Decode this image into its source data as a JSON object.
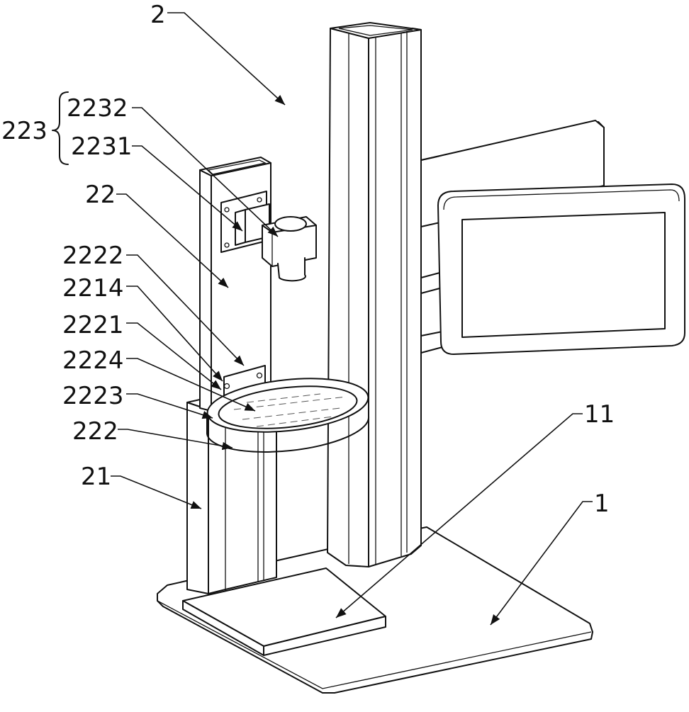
{
  "labels": {
    "l_2": "2",
    "l_223": "223",
    "l_2232": "2232",
    "l_2231": "2231",
    "l_22": "22",
    "l_2222": "2222",
    "l_2214": "2214",
    "l_2221": "2221",
    "l_2224": "2224",
    "l_2223": "2223",
    "l_222": "222",
    "l_21": "21",
    "l_11": "11",
    "l_1": "1"
  },
  "colors": {
    "line": "#111111",
    "background": "#ffffff"
  }
}
